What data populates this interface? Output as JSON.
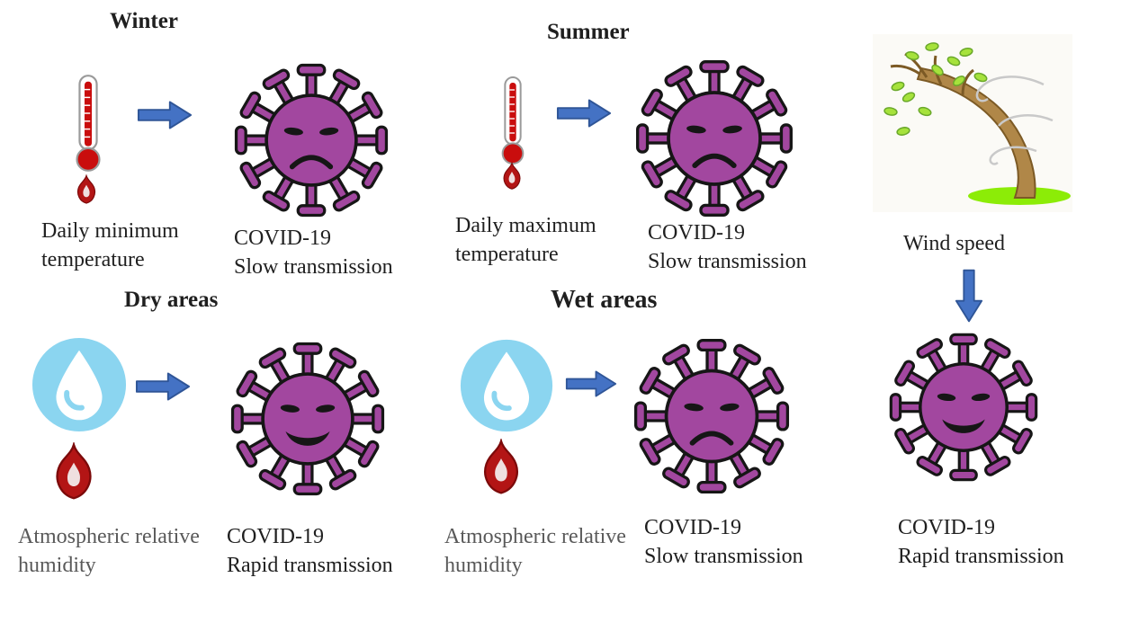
{
  "panels": {
    "winter": {
      "title": "Winter",
      "factor": "Daily minimum temperature",
      "covid": "COVID-19",
      "transmission": "Slow transmission",
      "face": "#face-sad"
    },
    "summer": {
      "title": "Summer",
      "factor": "Daily maximum temperature",
      "covid": "COVID-19",
      "transmission": "Slow transmission",
      "face": "#face-sad"
    },
    "dry": {
      "title": "Dry areas",
      "factor": "Atmospheric relative humidity",
      "covid": "COVID-19",
      "transmission": "Rapid transmission",
      "face": "#face-happy"
    },
    "wet": {
      "title": "Wet areas",
      "factor": "Atmospheric relative humidity",
      "covid": "COVID-19",
      "transmission": "Slow transmission",
      "face": "#face-sad"
    },
    "wind": {
      "factor": "Wind speed",
      "covid": "COVID-19",
      "transmission": "Rapid transmission",
      "face": "#face-happy"
    }
  },
  "icons": {
    "thermometer": "thermometer-icon",
    "flame": "flame-icon",
    "humidity": "humidity-droplet-icon",
    "wind": "wind-blown-tree-icon",
    "arrow_right": "arrow-right-icon",
    "arrow_down": "arrow-down-icon",
    "virus": "coronavirus-icon"
  },
  "colors": {
    "virus": "#a2479f",
    "outline": "#161616",
    "arrow": "#4472c4",
    "arrow-border": "#2f5597",
    "thermo": "#c90d0d",
    "flame": "#b31515",
    "flame-dark": "#7c0a0a",
    "droplet": "#8bd5f0",
    "grass": "#8cec07",
    "trunk": "#b08748",
    "trunk-dark": "#7c5a25",
    "leaf": "#a6e23c",
    "text": "#1f1f1f",
    "text-gray": "#595959"
  }
}
